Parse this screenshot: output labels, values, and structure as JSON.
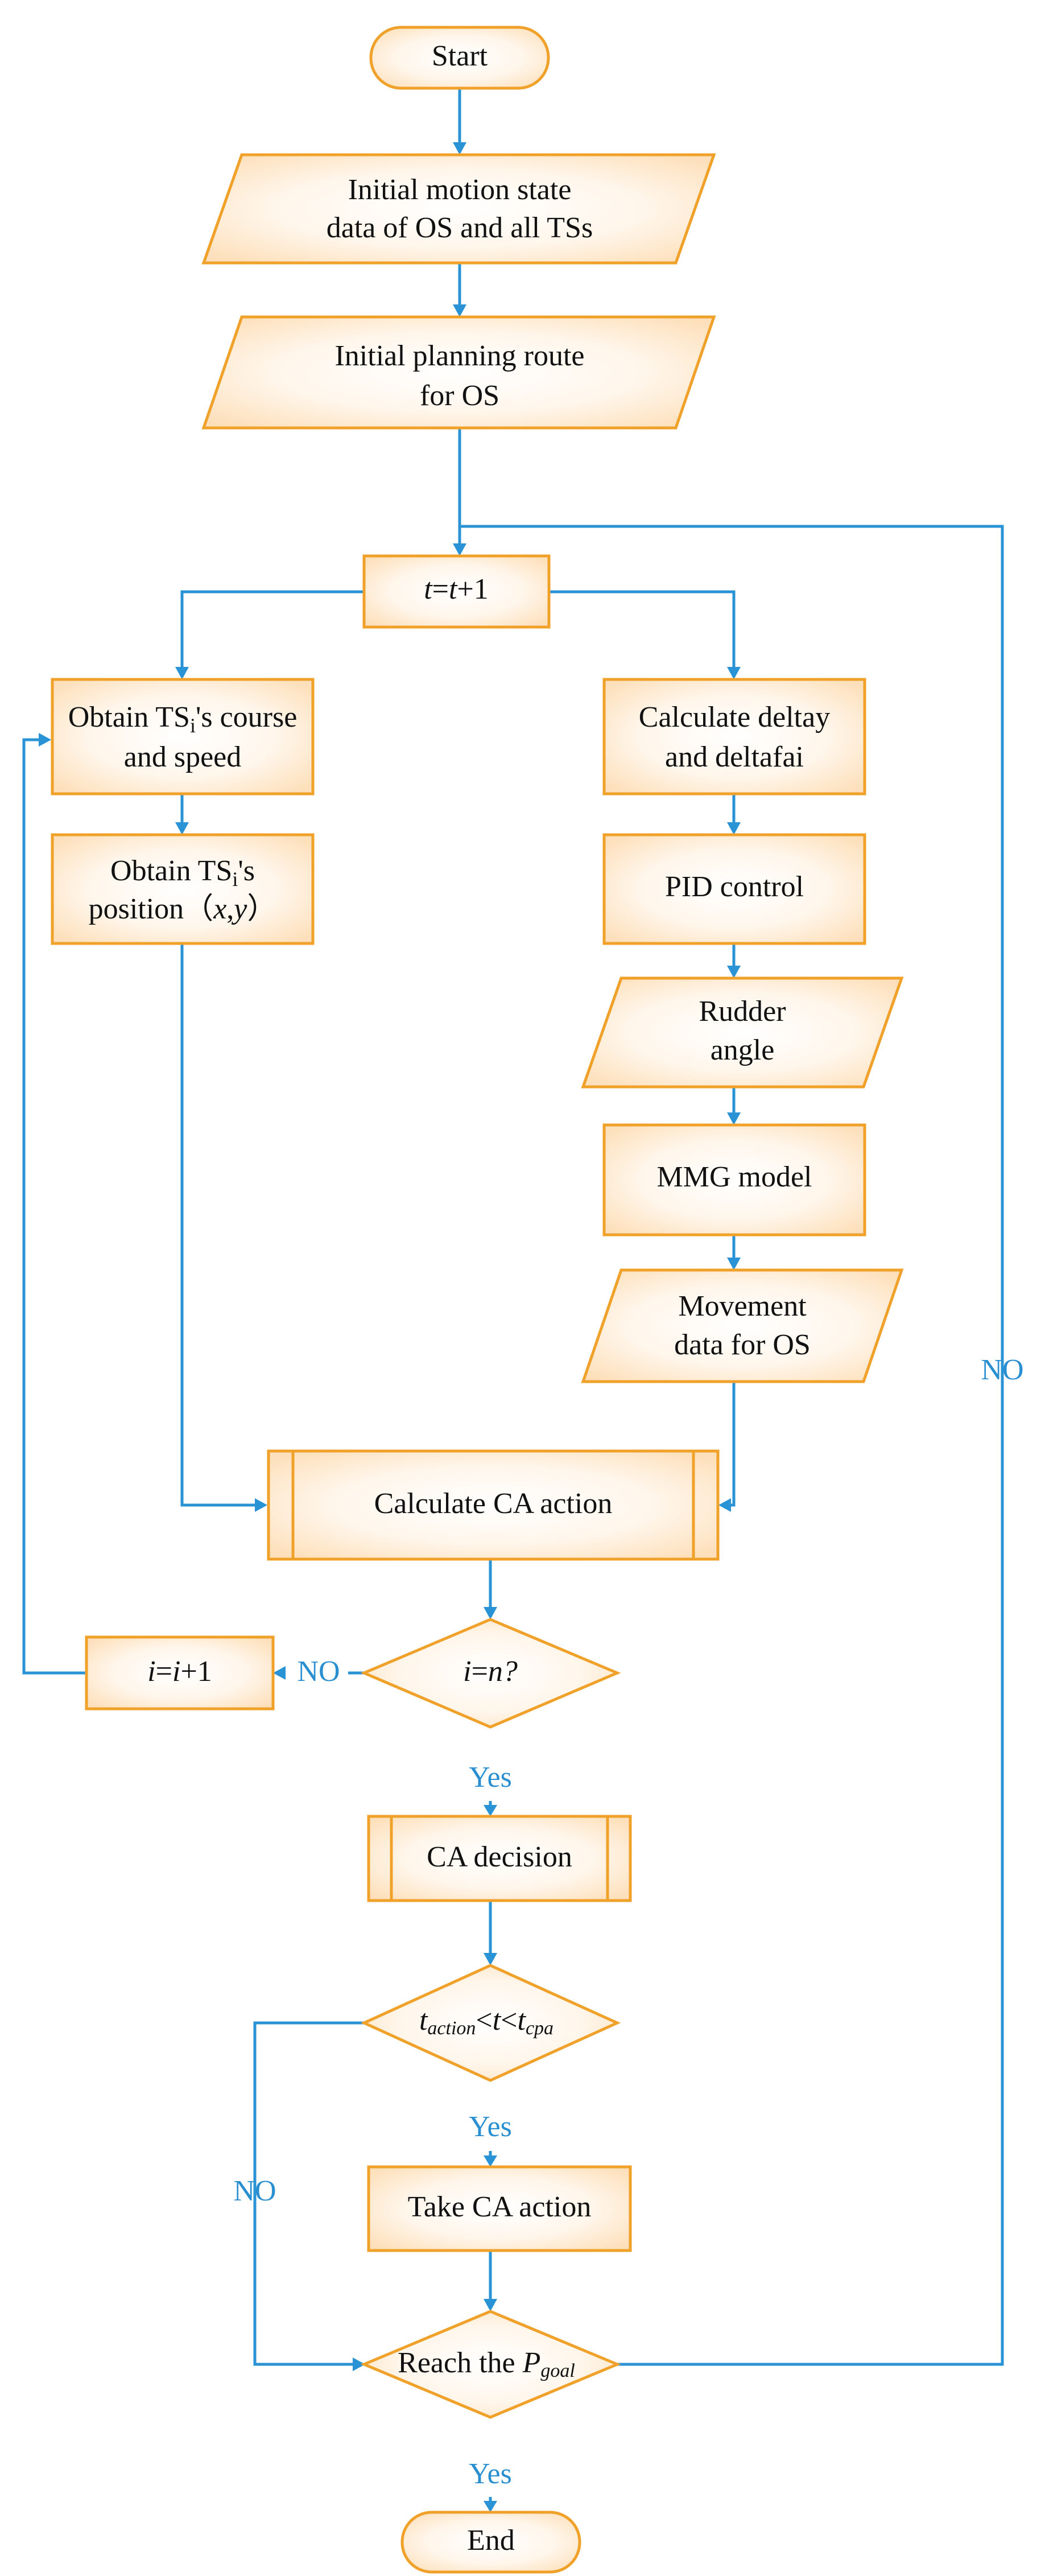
{
  "nodes": {
    "start": {
      "text": "Start"
    },
    "initial_motion": {
      "line1": "Initial motion state",
      "line2": "data of OS and all TSs"
    },
    "initial_route": {
      "line1": "Initial planning route",
      "line2": "for OS"
    },
    "t_increment": {
      "a": "t",
      "b": "=",
      "c": "t",
      "d": "+1"
    },
    "obtain_course": {
      "line1a": "Obtain TS",
      "line1sub": "i",
      "line1b": "'s course",
      "line2": "and speed"
    },
    "obtain_position": {
      "line1a": "Obtain TS",
      "line1sub": "i",
      "line1b": "'s",
      "line2a": "position（",
      "line2b": "x",
      "line2c": ",",
      "line2d": "y",
      "line2e": "）"
    },
    "calc_delta": {
      "line1": "Calculate deltay",
      "line2": "and deltafai"
    },
    "pid": {
      "text": "PID control"
    },
    "rudder": {
      "line1": "Rudder",
      "line2": "angle"
    },
    "mmg": {
      "text": "MMG model"
    },
    "movement": {
      "line1": "Movement",
      "line2": "data for OS"
    },
    "calc_ca": {
      "text": "Calculate CA action"
    },
    "i_eq_n": {
      "a": "i",
      "b": "=",
      "c": "n?"
    },
    "i_increment": {
      "a": "i",
      "b": "=",
      "c": "i",
      "d": "+1"
    },
    "ca_decision": {
      "text": "CA decision"
    },
    "time_check": {
      "a": "t",
      "a_sub": "action",
      "b": "<",
      "c": "t",
      "d": "<",
      "e": "t",
      "e_sub": "cpa"
    },
    "take_action": {
      "text": "Take CA action"
    },
    "reach_goal": {
      "a": "Reach the ",
      "b": "P",
      "b_sub": "goal"
    },
    "end": {
      "text": "End"
    }
  },
  "edge_labels": {
    "no_loop_i": "NO",
    "yes_after_i": "Yes",
    "yes_after_time": "Yes",
    "no_left": "NO",
    "yes_end": "Yes",
    "no_right": "NO"
  },
  "colors": {
    "node_border": "#f0a12a",
    "node_fill_center": "#ffffff",
    "node_fill_edge": "#fde3c2",
    "arrow": "#2a93d5",
    "label": "#2a8fd0"
  }
}
